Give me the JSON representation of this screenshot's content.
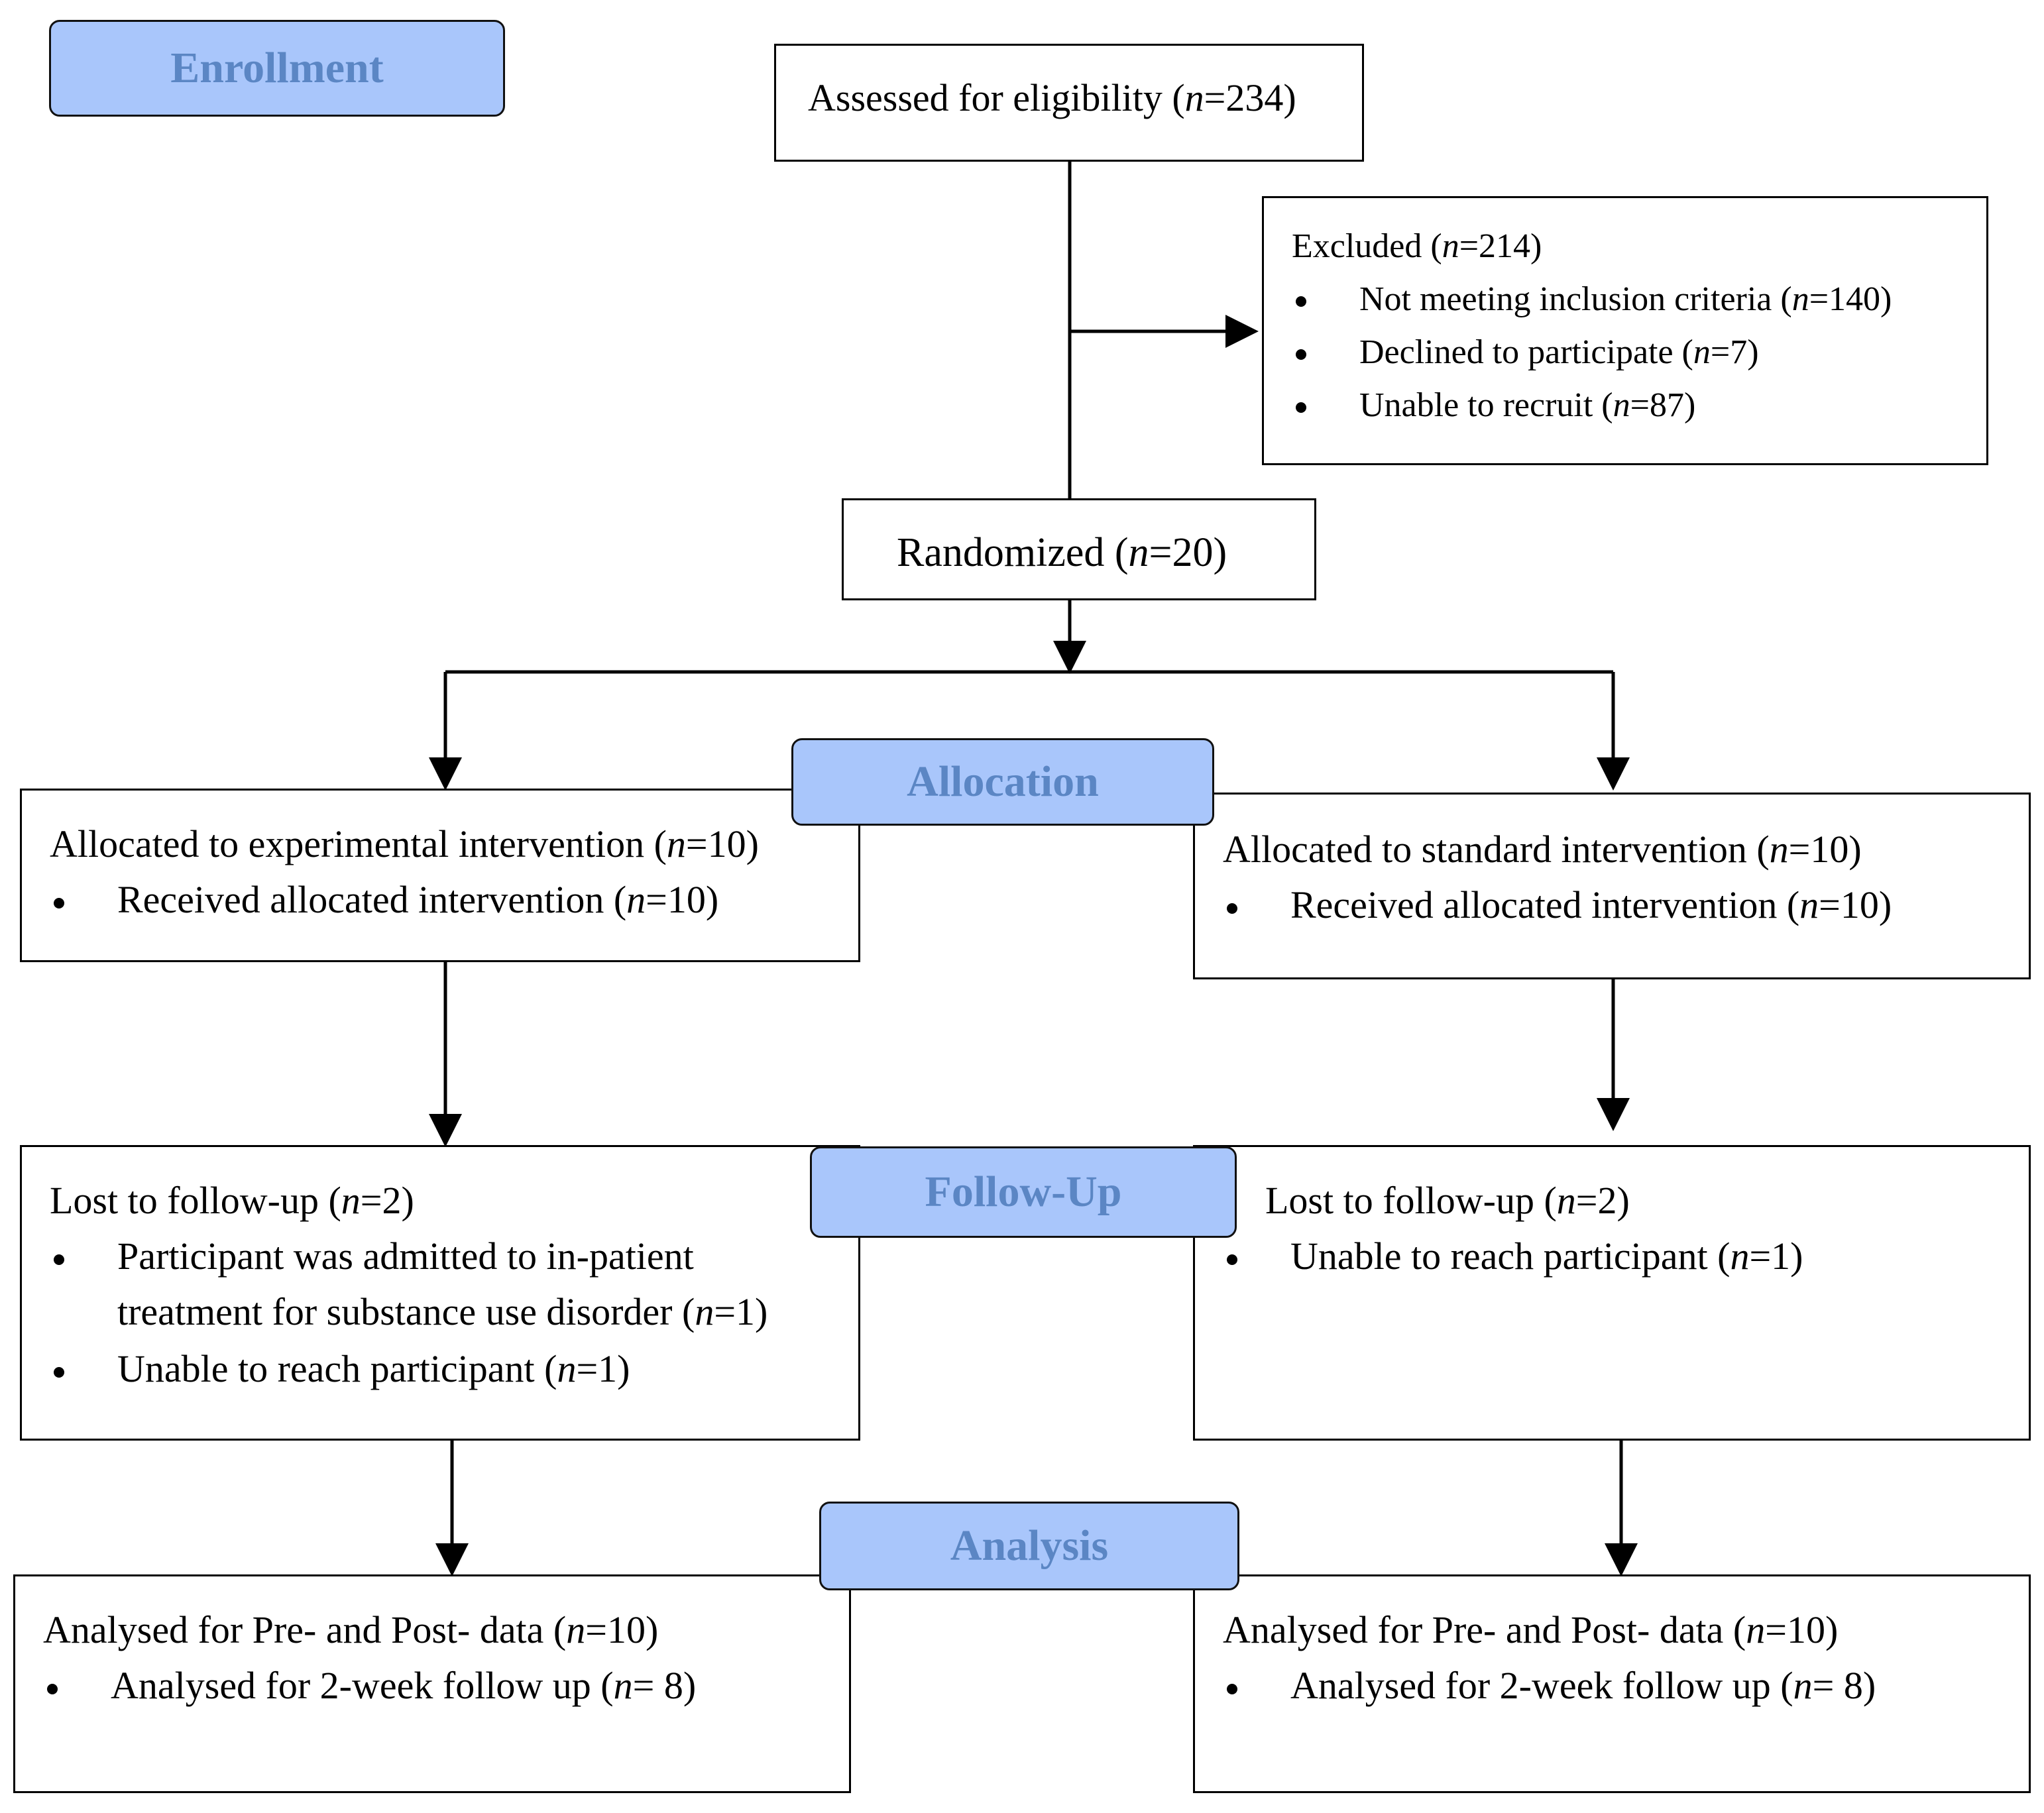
{
  "stages": {
    "enrollment": "Enrollment",
    "allocation": "Allocation",
    "follow_up": "Follow-Up",
    "analysis": "Analysis"
  },
  "n_symbol": "n",
  "assessed": {
    "label": "Assessed for eligibility (",
    "value": "=234)"
  },
  "excluded": {
    "label": "Excluded (",
    "value": "=214)",
    "items": [
      {
        "label": "Not meeting inclusion criteria (",
        "value": "=140)"
      },
      {
        "label": "Declined to participate (",
        "value": "=7)"
      },
      {
        "label": "Unable to recruit (",
        "value": "=87)"
      }
    ]
  },
  "randomized": {
    "label": "Randomized (",
    "value": "=20)"
  },
  "allocation_left": {
    "label": "Allocated to experimental intervention (",
    "value": "=10)",
    "item": {
      "label": "Received allocated intervention (",
      "value": "=10)"
    }
  },
  "allocation_right": {
    "label": "Allocated to standard intervention (",
    "value": "=10)",
    "item": {
      "label": "Received allocated intervention (",
      "value": "=10)"
    }
  },
  "followup_left": {
    "label": "Lost to follow-up (",
    "value": "=2)",
    "item1_line1": "Participant was admitted to in-patient",
    "item1_line2": {
      "label": "treatment for substance use disorder (",
      "value": "=1)"
    },
    "item2": {
      "label": "Unable to reach participant (",
      "value": "=1)"
    }
  },
  "followup_right": {
    "label": "Lost to follow-up (",
    "value": "=2)",
    "item": {
      "label": "Unable to reach participant (",
      "value": "=1)"
    }
  },
  "analysis_left": {
    "label": "Analysed for Pre- and Post- data (",
    "value": "=10)",
    "item": {
      "label": "Analysed for 2-week follow up (",
      "value": "= 8)"
    }
  },
  "analysis_right": {
    "label": "Analysed for Pre- and Post- data (",
    "value": "=10)",
    "item": {
      "label": "Analysed for 2-week follow up (",
      "value": "= 8)"
    }
  }
}
